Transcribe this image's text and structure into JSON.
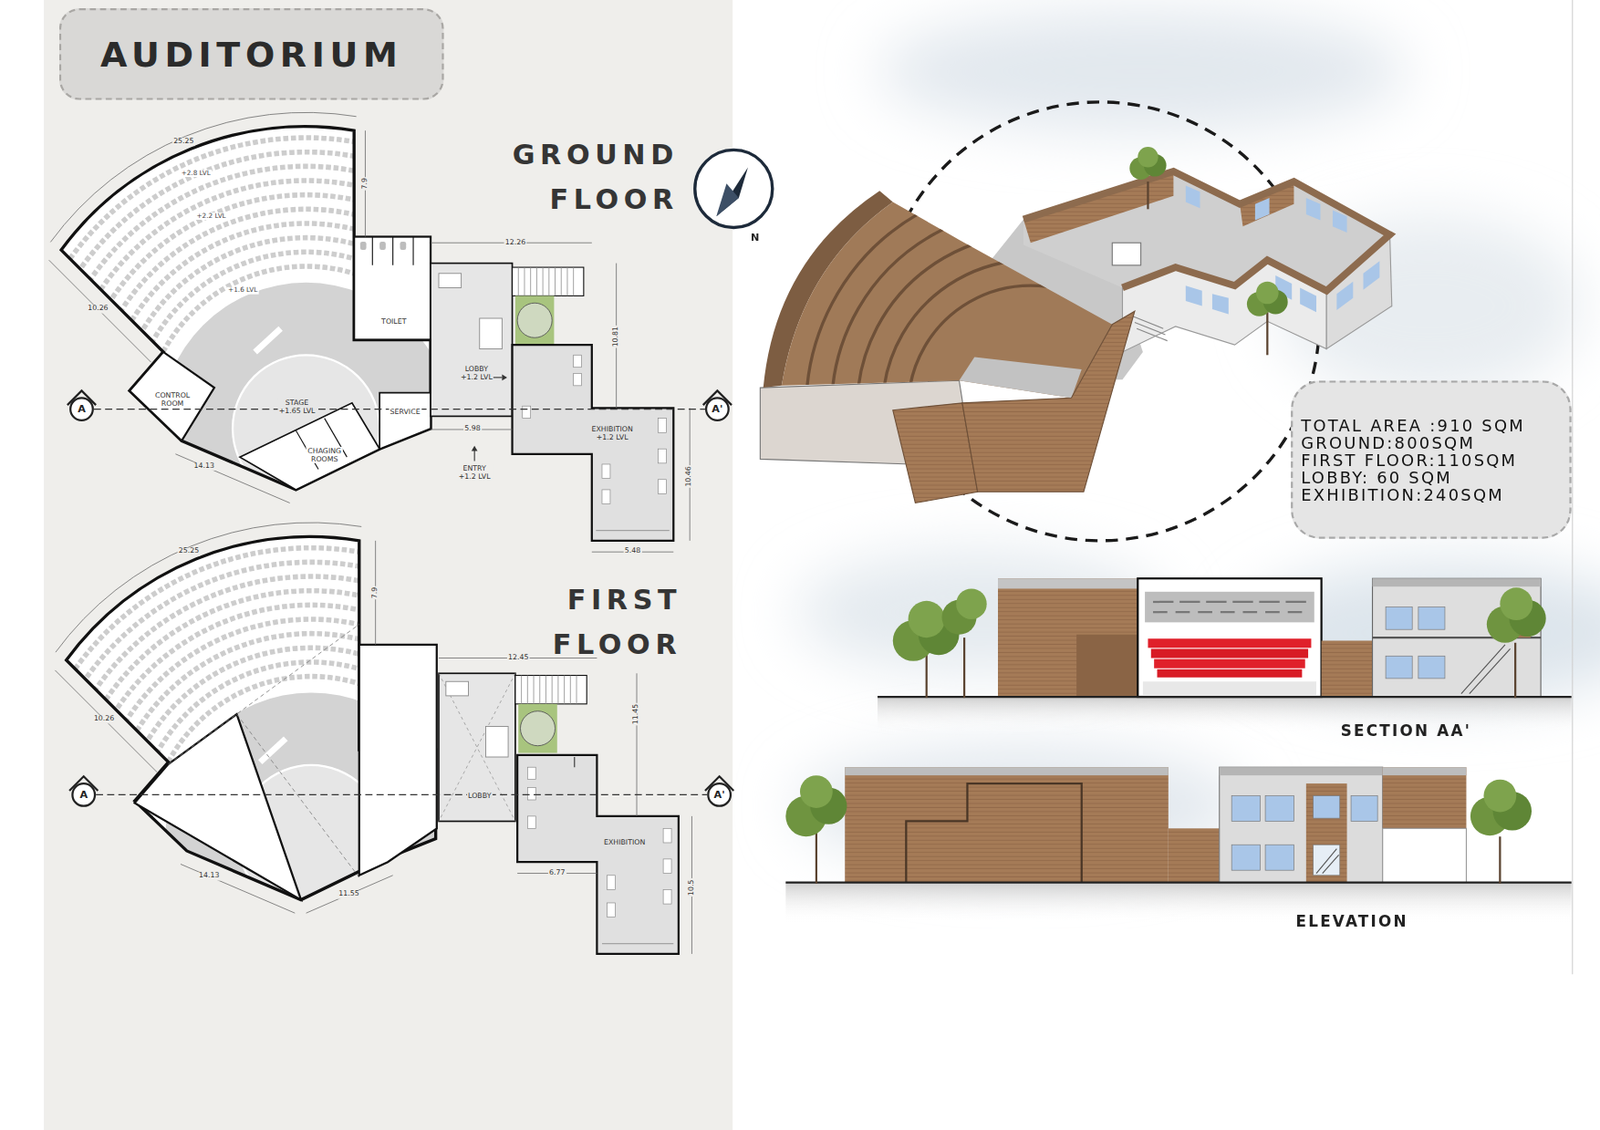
{
  "diagram": {
    "title": "AUDITORIUM",
    "nodes": [
      {
        "text": [
          "CONTROL ROOM"
        ]
      },
      {
        "text": [
          "STAGE",
          "+1.65 LVL"
        ]
      },
      {
        "text": [
          "CHAGING ROOMS"
        ]
      },
      {
        "text": [
          "SERVICE"
        ]
      },
      {
        "text": [
          "TOILET"
        ]
      },
      {
        "text": [
          "LOBBY",
          "+1.2 LVL"
        ]
      },
      {
        "text": [
          "EXHIBITION",
          "+1.2 LVL"
        ]
      },
      {
        "text": [
          "LOBBY"
        ]
      },
      {
        "text": [
          "EXHIBITION"
        ]
      },
      {
        "text": [
          "TOTAL AREA :910 SQM",
          "GROUND:800SQM",
          "FIRST FLOOR:110SQM",
          "LOBBY: 60 SQM",
          "EXHIBITION:240SQM"
        ]
      }
    ],
    "labels": [
      "GROUND FLOOR",
      "+2.8 LVL",
      "+2.2 LVL",
      "+1.6 LVL",
      "25.25",
      "7.9",
      "10.26",
      "14.13",
      "12.26",
      "10.81",
      "5.98",
      "10.46",
      "5.48",
      "ENTRY +1.2 LVL",
      "A",
      "A'",
      "N",
      "FIRST FLOOR",
      "25.25",
      "7.9",
      "10.26",
      "14.13",
      "11.55",
      "12.45",
      "11.45",
      "6.77",
      "10.5",
      "A",
      "A'",
      "SECTION AA'",
      "ELEVATION"
    ]
  }
}
